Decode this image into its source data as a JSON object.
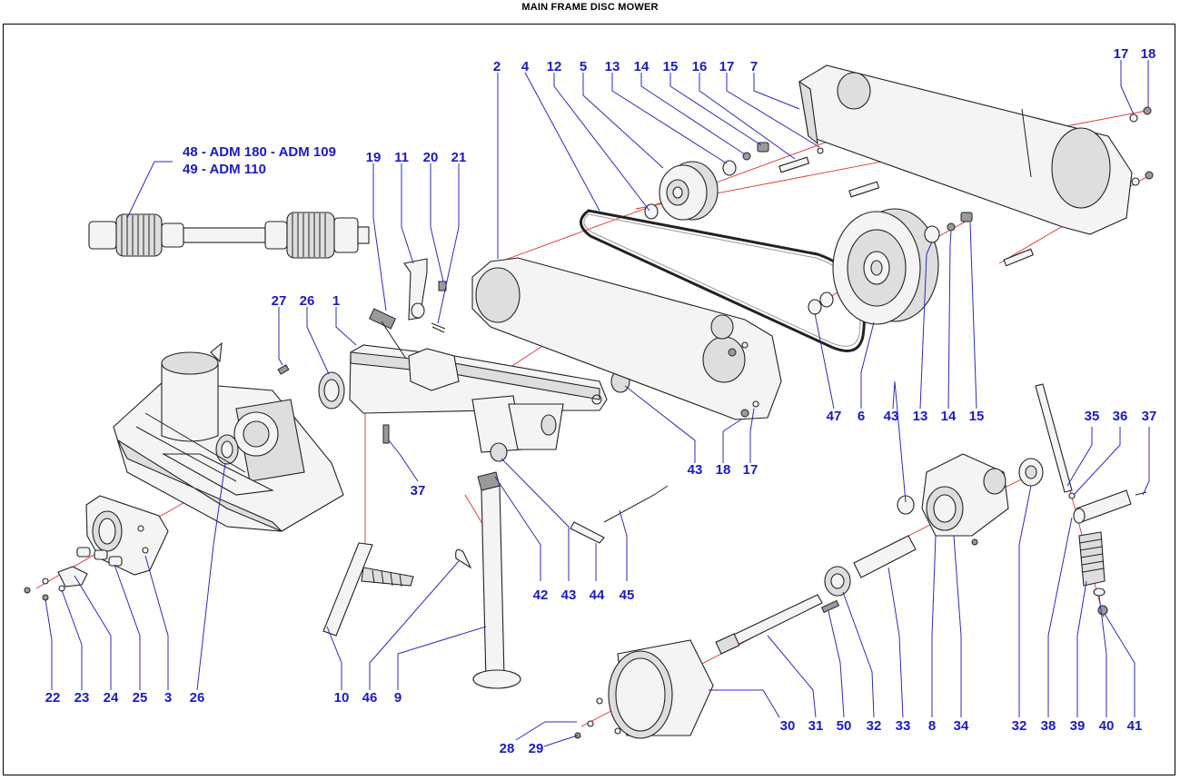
{
  "title": "MAIN FRAME DISC MOWER",
  "model_labels": {
    "line1": "48 - ADM 180 - ADM 109",
    "line2": "49 - ADM 110"
  },
  "callouts": {
    "c2": "2",
    "c4": "4",
    "c12": "12",
    "c5": "5",
    "c13": "13",
    "c14": "14",
    "c15": "15",
    "c16": "16",
    "c17": "17",
    "c7": "7",
    "c17b": "17",
    "c18": "18",
    "c19": "19",
    "c11": "11",
    "c20": "20",
    "c21": "21",
    "c27": "27",
    "c26": "26",
    "c1": "1",
    "c47": "47",
    "c6": "6",
    "c43": "43",
    "c13b": "13",
    "c14b": "14",
    "c15b": "15",
    "c35": "35",
    "c36": "36",
    "c37": "37",
    "c43b": "43",
    "c18b": "18",
    "c17c": "17",
    "c37b": "37",
    "c42": "42",
    "c43c": "43",
    "c44": "44",
    "c45": "45",
    "c22": "22",
    "c23": "23",
    "c24": "24",
    "c25": "25",
    "c3": "3",
    "c26b": "26",
    "c10": "10",
    "c46": "46",
    "c9": "9",
    "c28": "28",
    "c29": "29",
    "c30": "30",
    "c31": "31",
    "c50": "50",
    "c32": "32",
    "c33": "33",
    "c8": "8",
    "c34": "34",
    "c32b": "32",
    "c38": "38",
    "c39": "39",
    "c40": "40",
    "c41": "41"
  }
}
